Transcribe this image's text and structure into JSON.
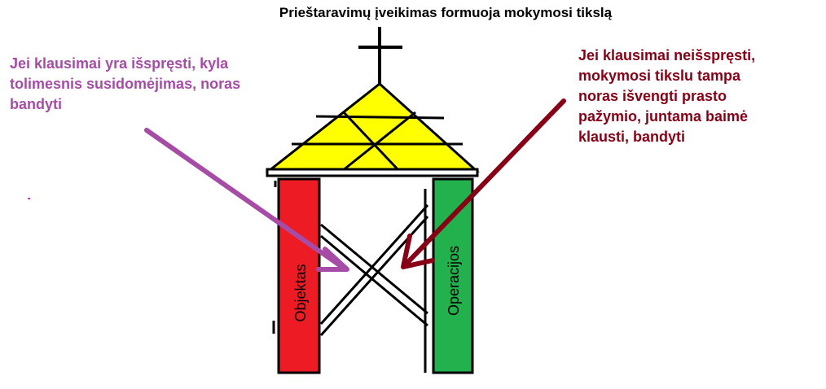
{
  "title": "Prieštaravimų įveikimas formuoja mokymosi tikslą",
  "notes": {
    "left": "Jei klausimai yra išspręsti, kyla\ntolimesnis susidomėjimas, noras\nbandyti",
    "right": "Jei klausimai neišspręsti,\nmokymosi tikslu tampa\nnoras išvengti prasto\npažymio, juntama baimė\nklausti, bandyti"
  },
  "pillars": {
    "left_label": "Objektas",
    "right_label": "Operacijos"
  },
  "colors": {
    "left_text": "#a64ca6",
    "right_text": "#880015",
    "roof": "#ffff00",
    "left_pillar": "#ed1c24",
    "right_pillar": "#22b14c",
    "left_arrow": "#a64ca6",
    "right_arrow": "#880015"
  }
}
